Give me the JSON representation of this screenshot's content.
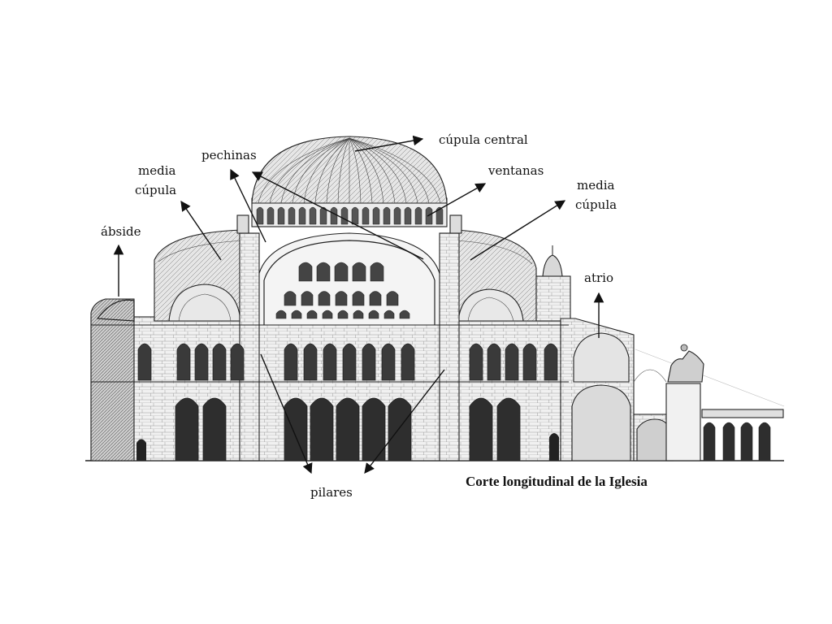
{
  "caption": "Corte longitudinal de la Iglesia",
  "labels": {
    "cupula_central": "cúpula central",
    "pechinas": "pechinas",
    "ventanas": "ventanas",
    "media_cupula_left_1": "media",
    "media_cupula_left_2": "cúpula",
    "media_cupula_right_1": "media",
    "media_cupula_right_2": "cúpula",
    "abside": "ábside",
    "atrio": "atrio",
    "pilares": "pilares"
  }
}
